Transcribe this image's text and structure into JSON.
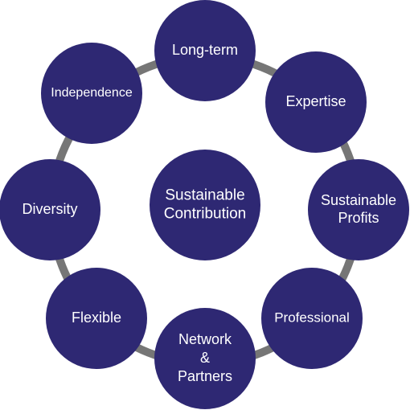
{
  "colors": {
    "node_fill": "#2e2873",
    "ring_stroke": "#767676",
    "label_text": "#ffffff",
    "background": "#ffffff"
  },
  "center": {
    "lines": [
      "Sustainable",
      "Contribution"
    ]
  },
  "nodes": [
    {
      "lines": [
        "Long-term"
      ]
    },
    {
      "lines": [
        "Expertise"
      ]
    },
    {
      "lines": [
        "Sustainable",
        "Profits"
      ]
    },
    {
      "lines": [
        "Professional"
      ]
    },
    {
      "lines": [
        "Network",
        "&",
        "Partners"
      ]
    },
    {
      "lines": [
        "Flexible"
      ]
    },
    {
      "lines": [
        "Diversity"
      ]
    },
    {
      "lines": [
        "Independence"
      ]
    }
  ]
}
